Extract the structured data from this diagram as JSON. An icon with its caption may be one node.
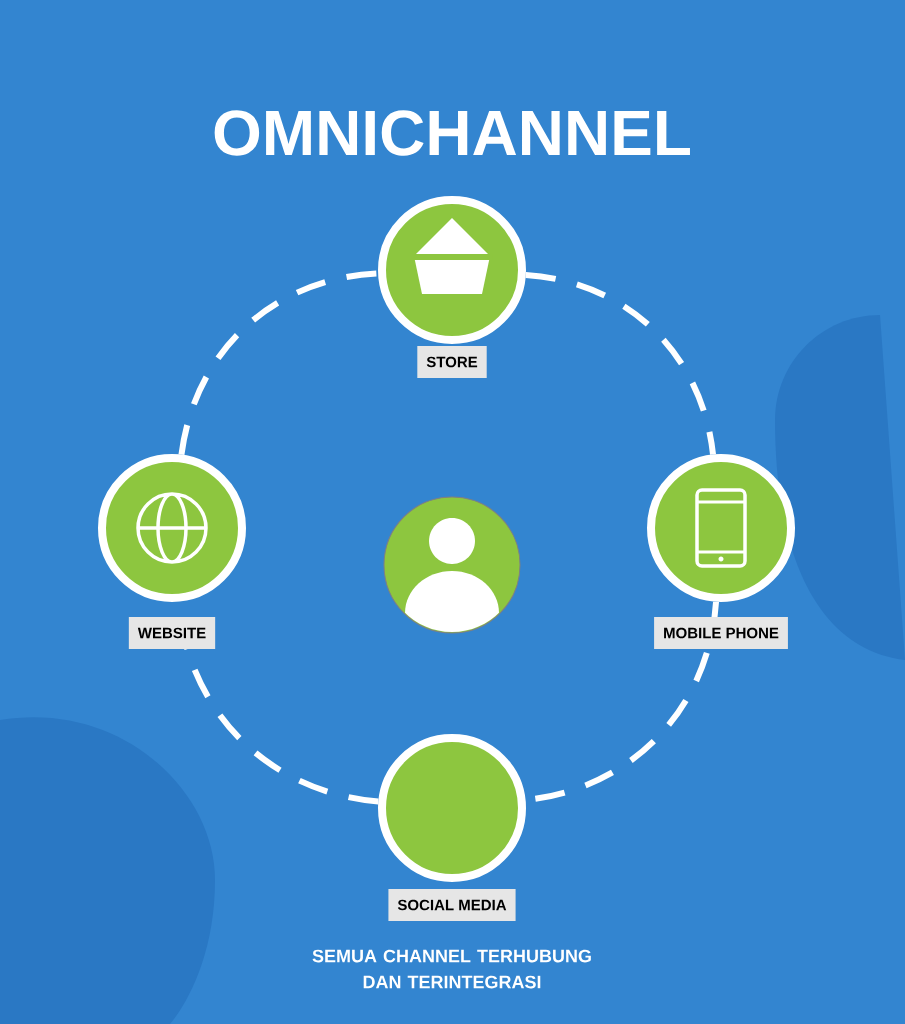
{
  "diagram": {
    "title": "OMNICHANNEL",
    "caption": "SEMUA CHANNEL TERHUBUNG DAN TERINTEGRASI",
    "nodes": [
      {
        "text": [],
        "shape": "circle",
        "beside": [
          "STORE"
        ]
      },
      {
        "text": [],
        "shape": "circle",
        "beside": [
          "WEBSITE"
        ]
      },
      {
        "text": [],
        "shape": "person"
      },
      {
        "text": [],
        "shape": "circle",
        "beside": [
          "MOBILE PHONE"
        ]
      },
      {
        "text": [],
        "shape": "circle",
        "beside": [
          "SOCIAL MEDIA"
        ]
      }
    ],
    "edges": [
      {
        "from": 0,
        "to": 3,
        "arrow": "none",
        "style": "dashed"
      },
      {
        "from": 3,
        "to": 4,
        "arrow": "none",
        "style": "dashed"
      },
      {
        "from": 4,
        "to": 1,
        "arrow": "none",
        "style": "dashed"
      },
      {
        "from": 1,
        "to": 0,
        "arrow": "none",
        "style": "dashed"
      }
    ]
  }
}
